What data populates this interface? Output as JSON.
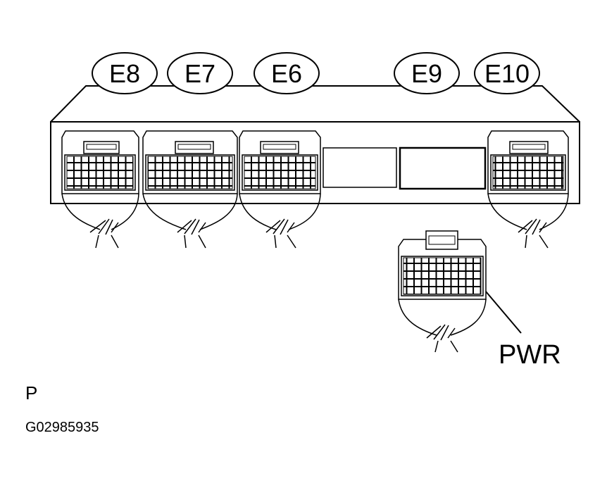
{
  "labels": {
    "e8": "E8",
    "e7": "E7",
    "e6": "E6",
    "e9": "E9",
    "e10": "E10",
    "pwr": "PWR"
  },
  "footer": {
    "letter": "P",
    "code": "G02985935"
  }
}
